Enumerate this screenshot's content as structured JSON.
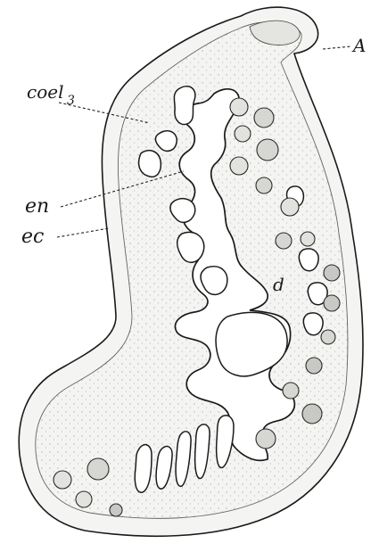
{
  "labels": {
    "A": "A",
    "coel": "coel",
    "coel_sub": "3",
    "en": "en",
    "ec": "ec",
    "d": "d"
  },
  "colors": {
    "ink": "#1a1a1a",
    "tissue": "#f4f4f2",
    "cavity": "#ffffff",
    "stipple": "#8a8a8a",
    "cell_fill": "#d6d6d2"
  }
}
